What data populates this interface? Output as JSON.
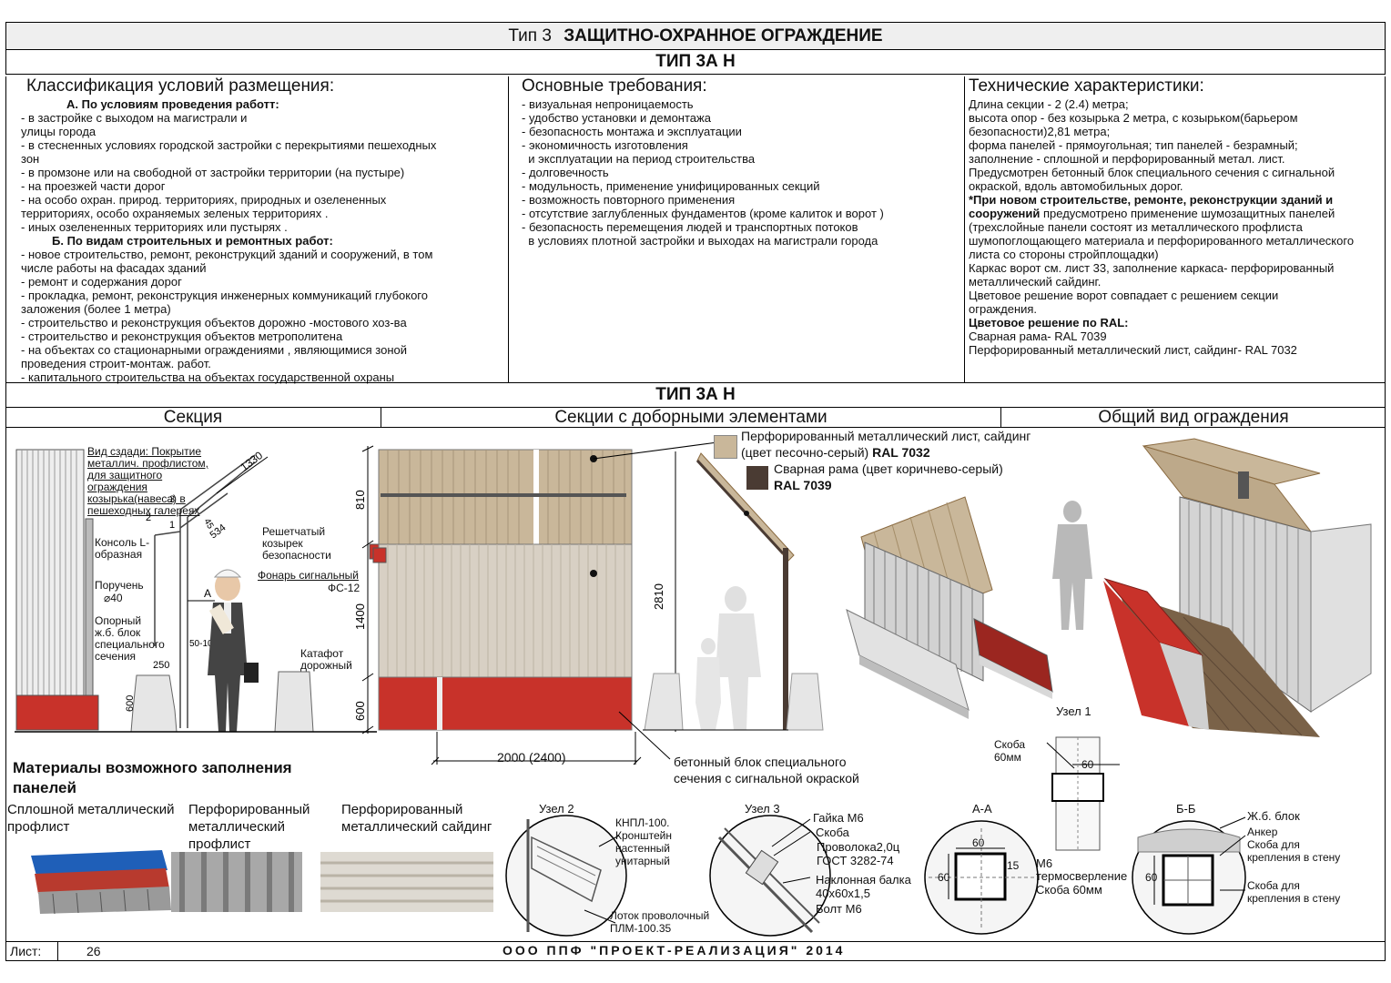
{
  "title": {
    "prefix": "Тип 3",
    "main": "ЗАЩИТНО-ОХРАННОЕ  ОГРАЖДЕНИЕ"
  },
  "subtitle_top": "ТИП 3А Н",
  "subtitle_mid": "ТИП 3А Н",
  "classification": {
    "header": "Классификация условий размещения:",
    "a_title": "А. По условиям проведения работт:",
    "a_items": [
      "- в застройке с выходом на магистрали и",
      "улицы города",
      "- в стесненных условиях городской застройки с перекрытиями пешеходных",
      "зон",
      "- в промзоне или на свободной от застройки территории (на пустыре)",
      "- на проезжей части дорог",
      "- на особо охран. природ. территориях, природных  и озелененных",
      "территориях, особо охраняемых зеленых территориях .",
      "- иных озелененных территориях или пустырях ."
    ],
    "b_title": "Б. По видам строительных и ремонтных работ:",
    "b_items": [
      "- новое строительство, ремонт, реконструкций зданий и сооружений, в том",
      "числе работы на фасадах зданий",
      "- ремонт и содержания дорог",
      "- прокладка, ремонт, реконструкция инженерных коммуникаций глубокого",
      "заложения (более 1 метра)",
      "- строительство и реконструкция объектов дорожно -мостового хоз-ва",
      "- строительство и реконструкция объектов метрополитена",
      "- на объектах со стационарными ограждениями , являющимися зоной",
      "проведения строит-монтаж. работ.",
      "- капитального строительства на объектах государственной охраны"
    ]
  },
  "requirements": {
    "header": "Основные требования:",
    "items": [
      "- визуальная непроницаемость",
      "- удобство установки и демонтажа",
      "- безопасность монтажа и эксплуатации",
      "- экономичность изготовления",
      "  и эксплуатации на период строительства",
      "- долговечность",
      "- модульность, применение унифицированных секций",
      "- возможность повторного применения",
      "- отсутствие заглубленных фундаментов (кроме калиток и ворот )",
      "- безопасность перемещения людей и транспортных потоков",
      "  в условиях плотной застройки и выходах на магистрали города"
    ]
  },
  "tech": {
    "header": "Технические характеристики:",
    "lines1": [
      "Длина секции -  2 (2.4) метра;",
      "высота опор  - без козырька 2 метра, с козырьком(барьером",
      "безопасности)2,81 метра;",
      "форма панелей - прямоугольная; тип панелей - безрамный;",
      "заполнение - сплошной и перфорированный метал. лист.",
      "Предусмотрен бетонный блок специального сечения с сигнальной",
      "окраской, вдоль автомобильных дорог."
    ],
    "note_bold": "*При новом строительстве, ремонте, реконструкции зданий и сооружений",
    "note_rest": " предусмотрено применение шумозащитных панелей (трехслойные панели состоят из металлического профлиста шумопоглощающего материала и перфорированного металлического листа со стороны стройплощадки)",
    "lines2": [
      "Каркас ворот см. лист 33, заполнение каркаса- перфорированный",
      "металлический сайдинг.",
      "Цветовое решение ворот совпадает с решением секции",
      "ограждения."
    ],
    "ral_title": "Цветовое решение по RAL:",
    "ral_lines": [
      "Сварная рама- RAL 7039",
      "Перфорированный металлический лист, сайдинг- RAL 7032"
    ]
  },
  "sections": {
    "h1": "Секция",
    "h2": "Секции с доборными элементами",
    "h3": "Общий вид ограждения"
  },
  "section_labels": {
    "view_back": "Вид сздади: Покрытие металлич. профлистом, для защитного ограждения козырька(навеса) в пешеходных галереях",
    "console": "Консоль L-образная",
    "handrail": "Поручень",
    "handrail_d": "⌀40",
    "block": "Опорный ж.б. блок специального сечения",
    "grid_visor": "Решетчатый козырек безопасности",
    "lamp": "Фонарь сигнальный",
    "lamp_code": "ФС-12",
    "reflector": "Катафот дорожный",
    "a_mark": "A",
    "d1330": "1330",
    "d534": "534",
    "d45": "45",
    "d250": "250",
    "d50_100": "50-100",
    "d600": "600",
    "n1": "1",
    "n2": "2",
    "n3": "3"
  },
  "dim": {
    "h810": "810",
    "h1400": "1400",
    "h600": "600",
    "h2810": "2810",
    "w2000": "2000 (2400)"
  },
  "legend": {
    "item1_a": "Перфорированный металлический лист, сайдинг",
    "item1_b": "(цвет  песочно-серый)",
    "item1_ral": "RAL 7032",
    "item2_a": "Сварная рама (цвет коричнево-серый)",
    "item2_ral": "RAL 7039",
    "color1": "#c9b79a",
    "color2": "#4a3b33"
  },
  "concrete_note": {
    "l1": "бетонный блок специального",
    "l2": "сечения с сигнальной окраской"
  },
  "materials": {
    "title_l1": "Материалы возможного заполнения",
    "title_l2": "панелей",
    "m1_l1": "Сплошной металлический",
    "m1_l2": "профлист",
    "m2_l1": "Перфорированный",
    "m2_l2": "металлический",
    "m2_l3": "профлист",
    "m3_l1": "Перфорированный",
    "m3_l2": "металлический сайдинг"
  },
  "uzel2": {
    "title": "Узел 2",
    "l1": "КНПЛ-100.",
    "l2": "Кронштейн",
    "l3": "настенный",
    "l4": "унитарный",
    "l5": "Лоток проволочный",
    "l6": "ПЛМ-100.35"
  },
  "uzel3": {
    "title": "Узел 3",
    "l1": "Гайка М6",
    "l2": "Скоба",
    "l3": "Проволока2,0ц",
    "l4": "ГОСТ 3282-74",
    "l5": "Наклонная балка",
    "l6": "40х60х1,5",
    "l7": "Болт М6"
  },
  "aa": {
    "title": "А-А",
    "d60a": "60",
    "d60b": "60",
    "d15": "15",
    "l1": "М6",
    "l2": "термосверление",
    "l3": "Скоба 60мм"
  },
  "bb": {
    "title": "Б-Б",
    "d60": "60",
    "l1": "Ж.б. блок",
    "l2": "Анкер",
    "l3": "Скоба для",
    "l4": "крепления в стену",
    "l5": "Скоба для",
    "l6": "крепления в стену"
  },
  "uzel1": {
    "title": "Узел 1",
    "l1": "Скоба",
    "l2": "60мм",
    "d60": "60"
  },
  "footer": {
    "sheet_label": "Лист:",
    "sheet_no": "26",
    "org": "ООО ППФ \"ПРОЕКТ-РЕАЛИЗАЦИЯ\" 2014"
  },
  "colors": {
    "red": "#c8322a",
    "sand": "#c9b79a",
    "frame": "#4a3b33",
    "concrete": "#d6d6d6"
  }
}
